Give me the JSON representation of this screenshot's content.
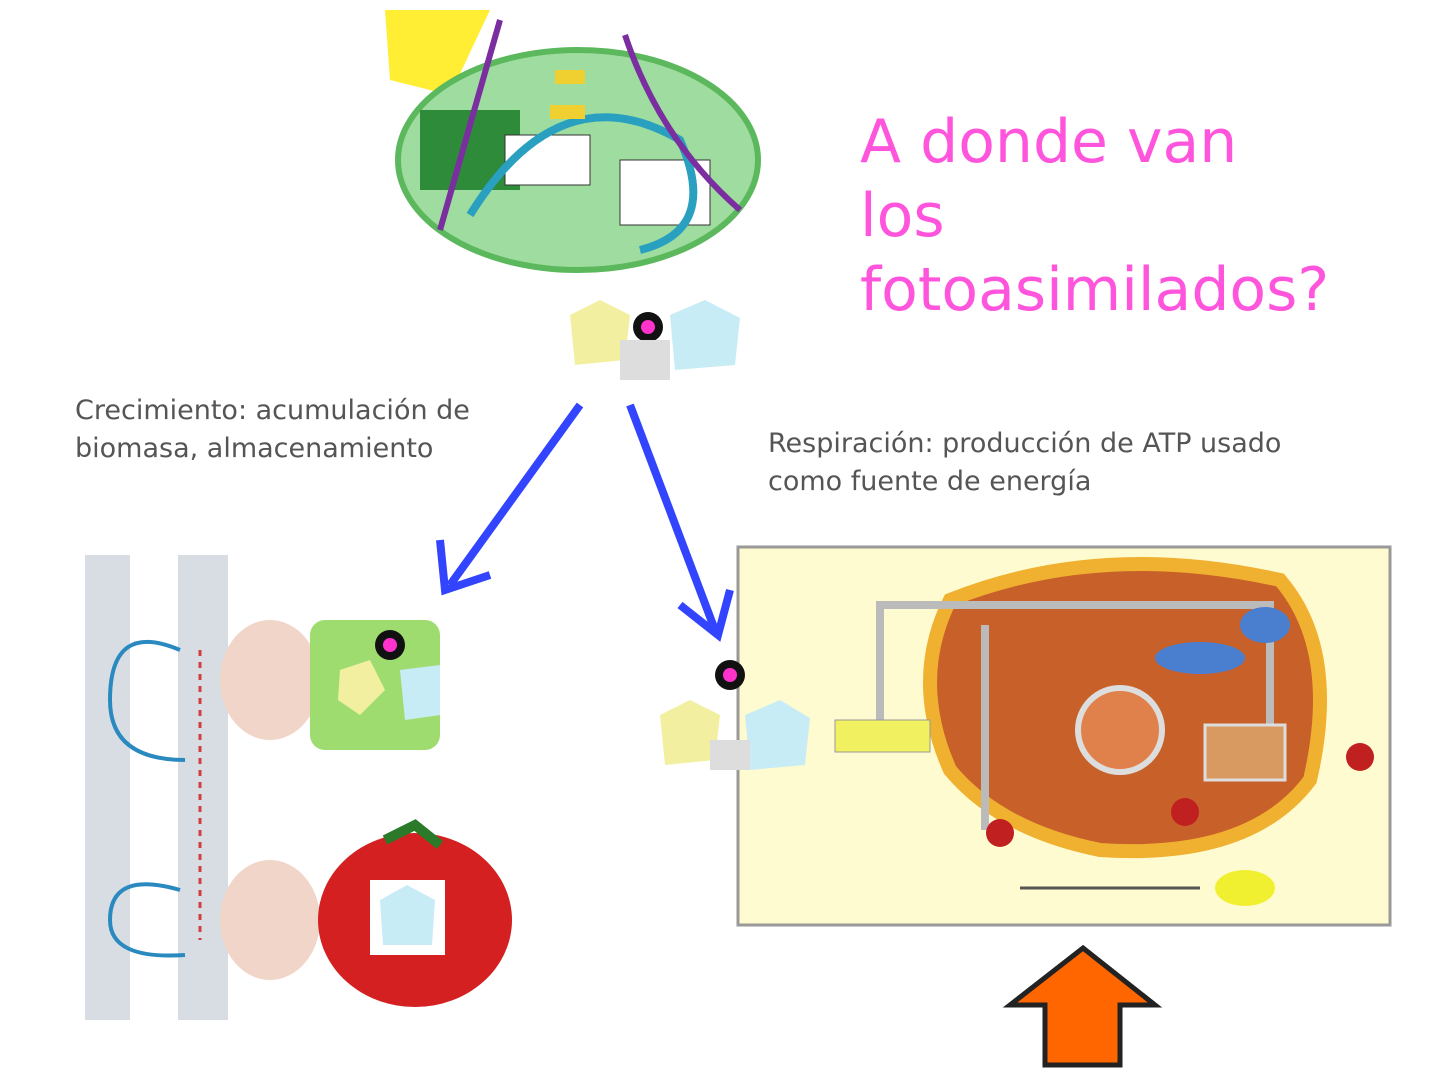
{
  "title": "A donde van los fotoasimilados?",
  "captions": {
    "growth": "Crecimiento: acumulación de biomasa, almacenamiento",
    "respiration": "Respiración: producción de ATP usado como fuente de energía"
  },
  "colors": {
    "title": "#ff55dd",
    "arrow_blue": "#3344ff",
    "arrow_orange": "#ff6600",
    "chloroplast": "#8fd18f",
    "mitochondrion": "#c8602a",
    "cytosol_panel": "#fffbd0",
    "tomato": "#d42020"
  }
}
